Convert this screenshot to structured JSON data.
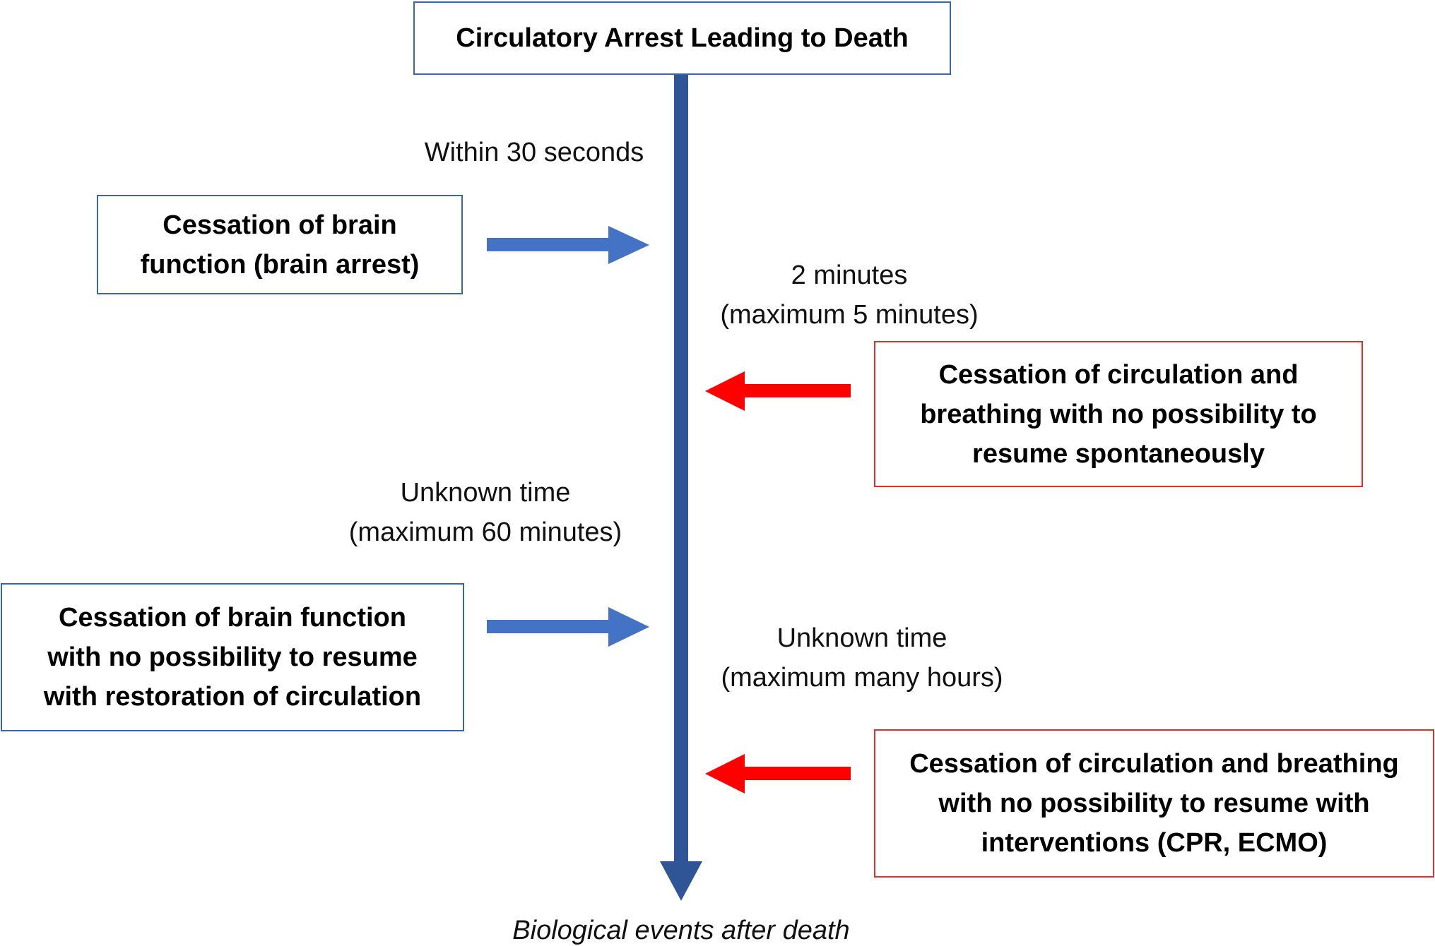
{
  "title": "Circulatory Arrest Leading to Death",
  "footer": "Biological events after death",
  "time_labels": {
    "within_30s": "Within 30 seconds",
    "two_minutes": [
      "2 minutes",
      "(maximum 5 minutes)"
    ],
    "unknown_60": [
      "Unknown time",
      "(maximum 60 minutes)"
    ],
    "unknown_hours": [
      "Unknown time",
      "(maximum many hours)"
    ]
  },
  "events": {
    "brain_arrest": [
      "Cessation of brain",
      "function (brain arrest)"
    ],
    "circulation_spontaneous": [
      "Cessation of circulation and",
      "breathing with no possibility to",
      "resume spontaneously"
    ],
    "brain_irreversible": [
      "Cessation of brain function",
      "with no possibility to resume",
      "with restoration of circulation"
    ],
    "circulation_interventions": [
      "Cessation of circulation and breathing",
      "with no possibility to resume with",
      "interventions (CPR, ECMO)"
    ]
  },
  "colors": {
    "timeline": "#2f5597",
    "brain_arrow": "#4472c4",
    "circulation_arrow": "#ff0000",
    "brain_border": "#3a67a9",
    "circulation_border": "#e0302a"
  }
}
